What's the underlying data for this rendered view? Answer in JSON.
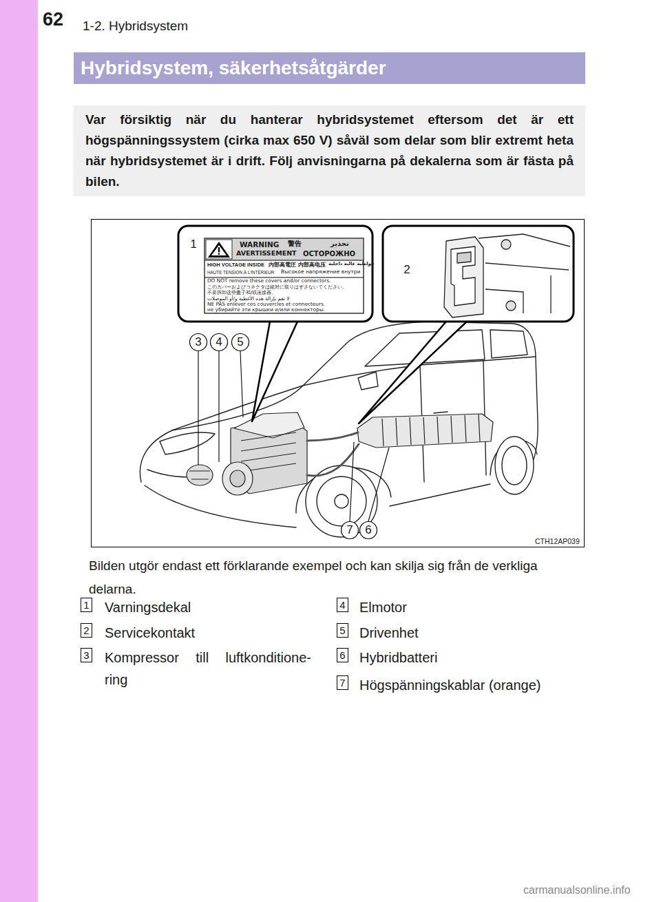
{
  "diagram": {
    "title": "Hybridsystem, säkerhetsåtgärder",
    "caption": "Bilden utgör endast ett förklarande exempel och kan skilja sig från de verkliga delarna.",
    "nodes": [
      {
        "text": [
          "Var försiktig när du hanterar hybridsystemet eftersom det är ett högspänningssystem (cirka max 650 V) såväl som delar som blir extremt heta när hybridsystemet är i drift. Följ anvisningarna på dekalerna som är fästa på bilen."
        ]
      }
    ],
    "labels": [
      "62",
      "1-2. Hybridsystem",
      "WARNING",
      "警告",
      "تحذير",
      "AVERTISSEMENT",
      "ОСТОРОЖНО",
      "HIGH VOLTAGE INSIDE",
      "内部高電圧",
      "内部高电压",
      "فولطية عالية داخلية",
      "HAUTE TENSION À L'INTÉRIEUR",
      "Высокое напряжение внутри",
      "DO NOT remove these covers and/or connectors.",
      "このカバーおよびコネクタは絶対に取りはずさないでください。",
      "不要拆卸这些盖子和/或连接器。",
      "لا تقم بإزالة هذه الأغطية و/أو الموصلات",
      "NE PAS enlever ces couvercles et connecteurs.",
      "не убирайте эти крышки и/или коннекторы.",
      "1",
      "2",
      "3",
      "4",
      "5",
      "7",
      "6",
      "CTH12AP039",
      "1",
      "Varningsdekal",
      "2",
      "Servicekontakt",
      "3",
      "Kompressor till luftkonditione- ring",
      "4",
      "Elmotor",
      "5",
      "Drivenhet",
      "6",
      "Hybridbatteri",
      "7",
      "Högspänningskablar (orange)",
      "carmanualsonline.info"
    ]
  }
}
